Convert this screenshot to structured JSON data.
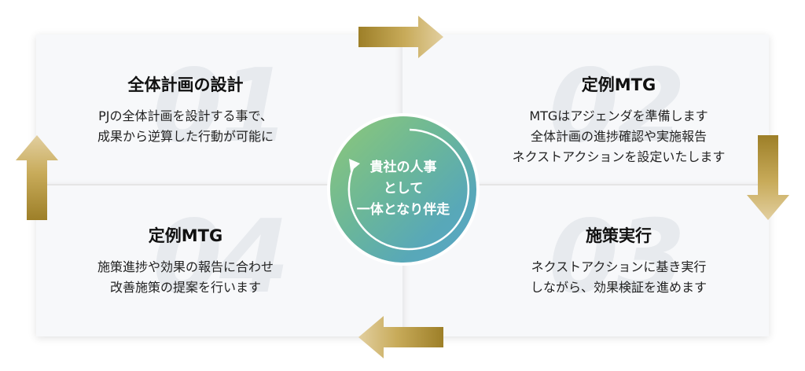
{
  "steps": [
    {
      "number": "01",
      "title": "全体計画の設計",
      "lines": [
        "PJの全体計画を設計する事で、",
        "成果から逆算した行動が可能に"
      ]
    },
    {
      "number": "02",
      "title": "定例MTG",
      "lines": [
        "MTGはアジェンダを準備します",
        "全体計画の進捗確認や実施報告",
        "ネクストアクションを設定いたします"
      ]
    },
    {
      "number": "03",
      "title": "施策実行",
      "lines": [
        "ネクストアクションに基き実行",
        "しながら、効果検証を進めます"
      ]
    },
    {
      "number": "04",
      "title": "定例MTG",
      "lines": [
        "施策進捗や効果の報告に合わせ",
        "改善施策の提案を行います"
      ]
    }
  ],
  "center": {
    "lines": [
      "貴社の人事",
      "として",
      "一体となり伴走"
    ]
  },
  "colors": {
    "arrow_gold": "#b99a3a",
    "circle_green": "#8ec878",
    "circle_blue": "#5aa6c8",
    "card_bg": "#f7f8fa"
  }
}
